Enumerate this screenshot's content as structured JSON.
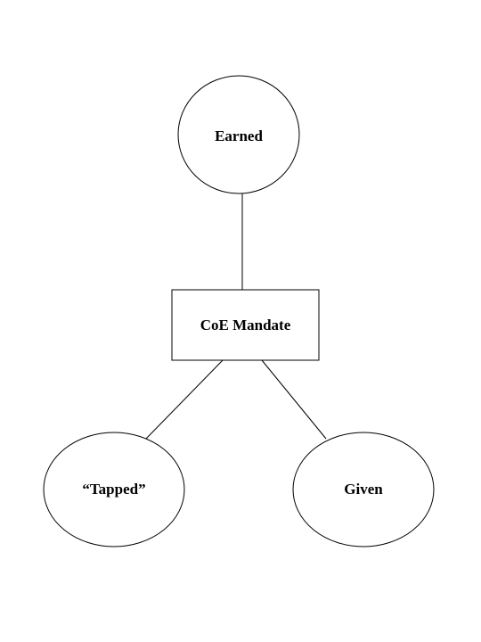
{
  "diagram": {
    "nodes": {
      "earned": {
        "label": "Earned",
        "shape": "ellipse"
      },
      "mandate": {
        "label": "CoE Mandate",
        "shape": "rectangle"
      },
      "tapped": {
        "label": "“Tapped”",
        "shape": "ellipse"
      },
      "given": {
        "label": "Given",
        "shape": "ellipse"
      }
    },
    "edges": [
      {
        "from": "earned",
        "to": "mandate"
      },
      {
        "from": "mandate",
        "to": "tapped"
      },
      {
        "from": "mandate",
        "to": "given"
      }
    ],
    "colors": {
      "stroke": "#000000",
      "fill": "#ffffff",
      "text": "#000000"
    }
  }
}
